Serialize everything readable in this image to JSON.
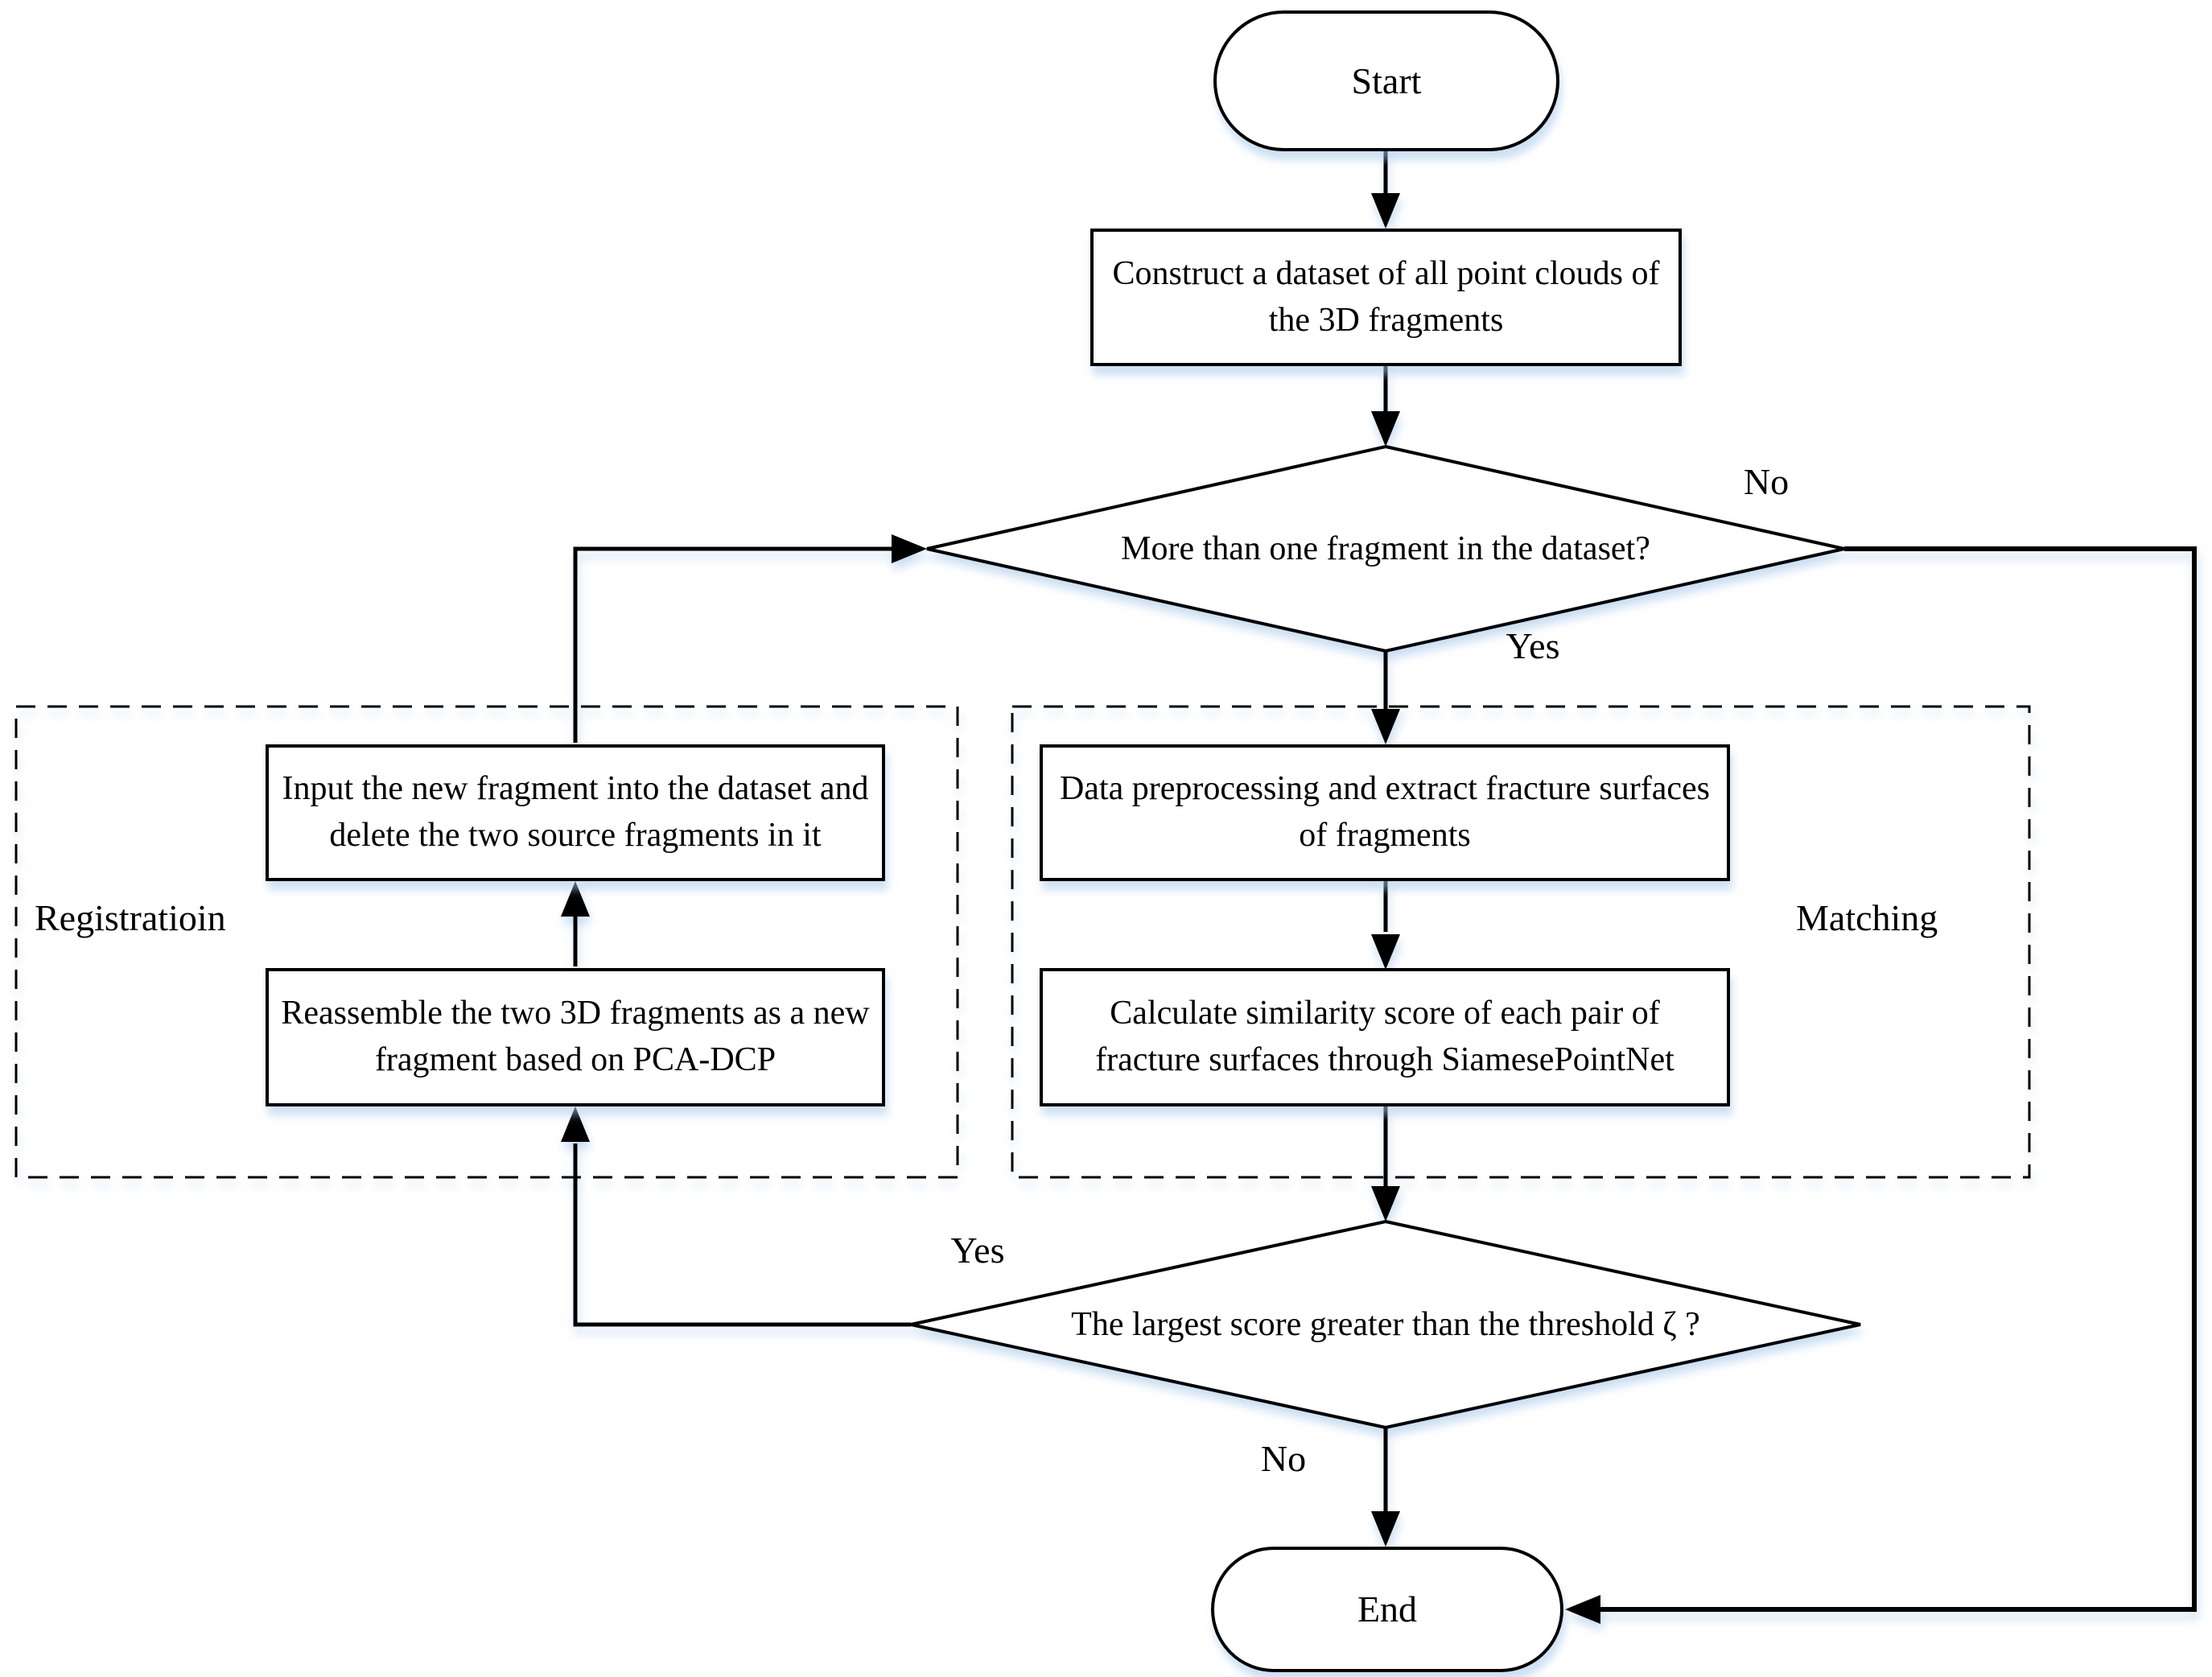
{
  "flowchart": {
    "nodes": {
      "start": "Start",
      "construct_dataset": "Construct a dataset of all point clouds of the 3D fragments",
      "more_than_one_fragment": "More than one fragment in the dataset?",
      "data_preprocessing": "Data preprocessing and extract fracture surfaces of fragments",
      "calculate_similarity": "Calculate similarity score of each pair of fracture surfaces through SiamesePointNet",
      "input_new_fragment": "Input the new fragment into the dataset and delete the two source fragments in it",
      "reassemble_fragments": "Reassemble the two 3D fragments as a new fragment based on PCA-DCP",
      "largest_score_threshold": "The largest score greater than the threshold ζ ?",
      "end": "End"
    },
    "groups": {
      "registration": "Registratioin",
      "matching": "Matching"
    },
    "edge_labels": {
      "decision1_no": "No",
      "decision1_yes": "Yes",
      "decision2_yes": "Yes",
      "decision2_no": "No"
    },
    "colors": {
      "stroke": "#000000",
      "shape_fill": "#ffffff",
      "shadow": "#a4c7e9",
      "background": "#ffffff"
    }
  }
}
